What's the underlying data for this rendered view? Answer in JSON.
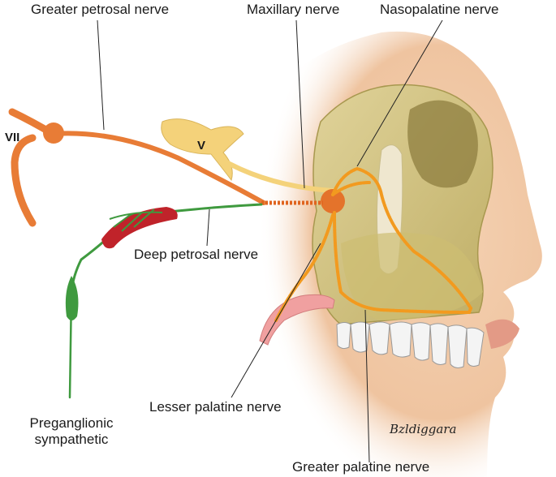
{
  "labels": {
    "greater_petrosal": "Greater petrosal nerve",
    "maxillary": "Maxillary nerve",
    "nasopalatine": "Nasopalatine nerve",
    "vii": "VII",
    "v": "V",
    "deep_petrosal": "Deep petrosal nerve",
    "lesser_palatine": "Lesser palatine nerve",
    "preganglionic_line1": "Preganglionic",
    "preganglionic_line2": "sympathetic",
    "greater_palatine": "Greater palatine nerve"
  },
  "signature": "Bzldiggara",
  "colors": {
    "facial_nerve": "#e87c36",
    "trigeminal": "#f4d27a",
    "sympathetic": "#3f9a3f",
    "artery": "#c0232a",
    "palatine_branches": "#f29a1f",
    "skull": "#d8c98a",
    "skin": "#f2c9a6"
  }
}
